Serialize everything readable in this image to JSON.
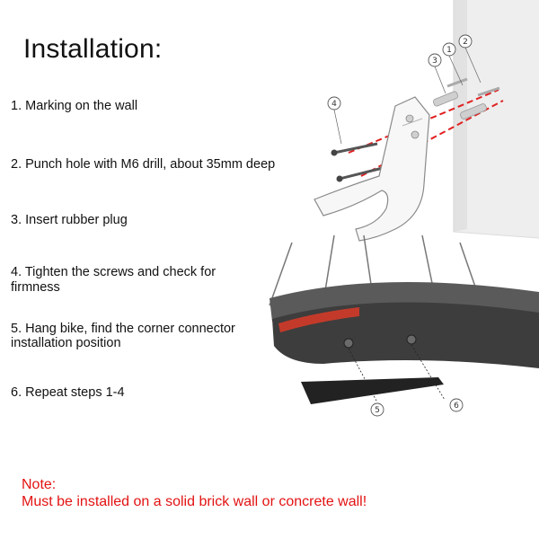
{
  "title": "Installation:",
  "steps": [
    "1. Marking on the wall",
    "2. Punch hole with M6 drill, about 35mm deep",
    "3. Insert rubber plug",
    "4. Tighten the screws and check for",
    " firmness",
    "5. Hang bike, find the corner connector",
    "installation position",
    "6. Repeat steps 1-4"
  ],
  "callouts": [
    "1",
    "2",
    "3",
    "4",
    "5",
    "6"
  ],
  "note": {
    "heading": "Note:",
    "text": "Must be installed on a solid brick wall or concrete wall!"
  },
  "colors": {
    "note_red": "#e31212",
    "dash_red": "#e02020",
    "wall": "#f0f0f0",
    "rim": "#3a3a3a"
  }
}
